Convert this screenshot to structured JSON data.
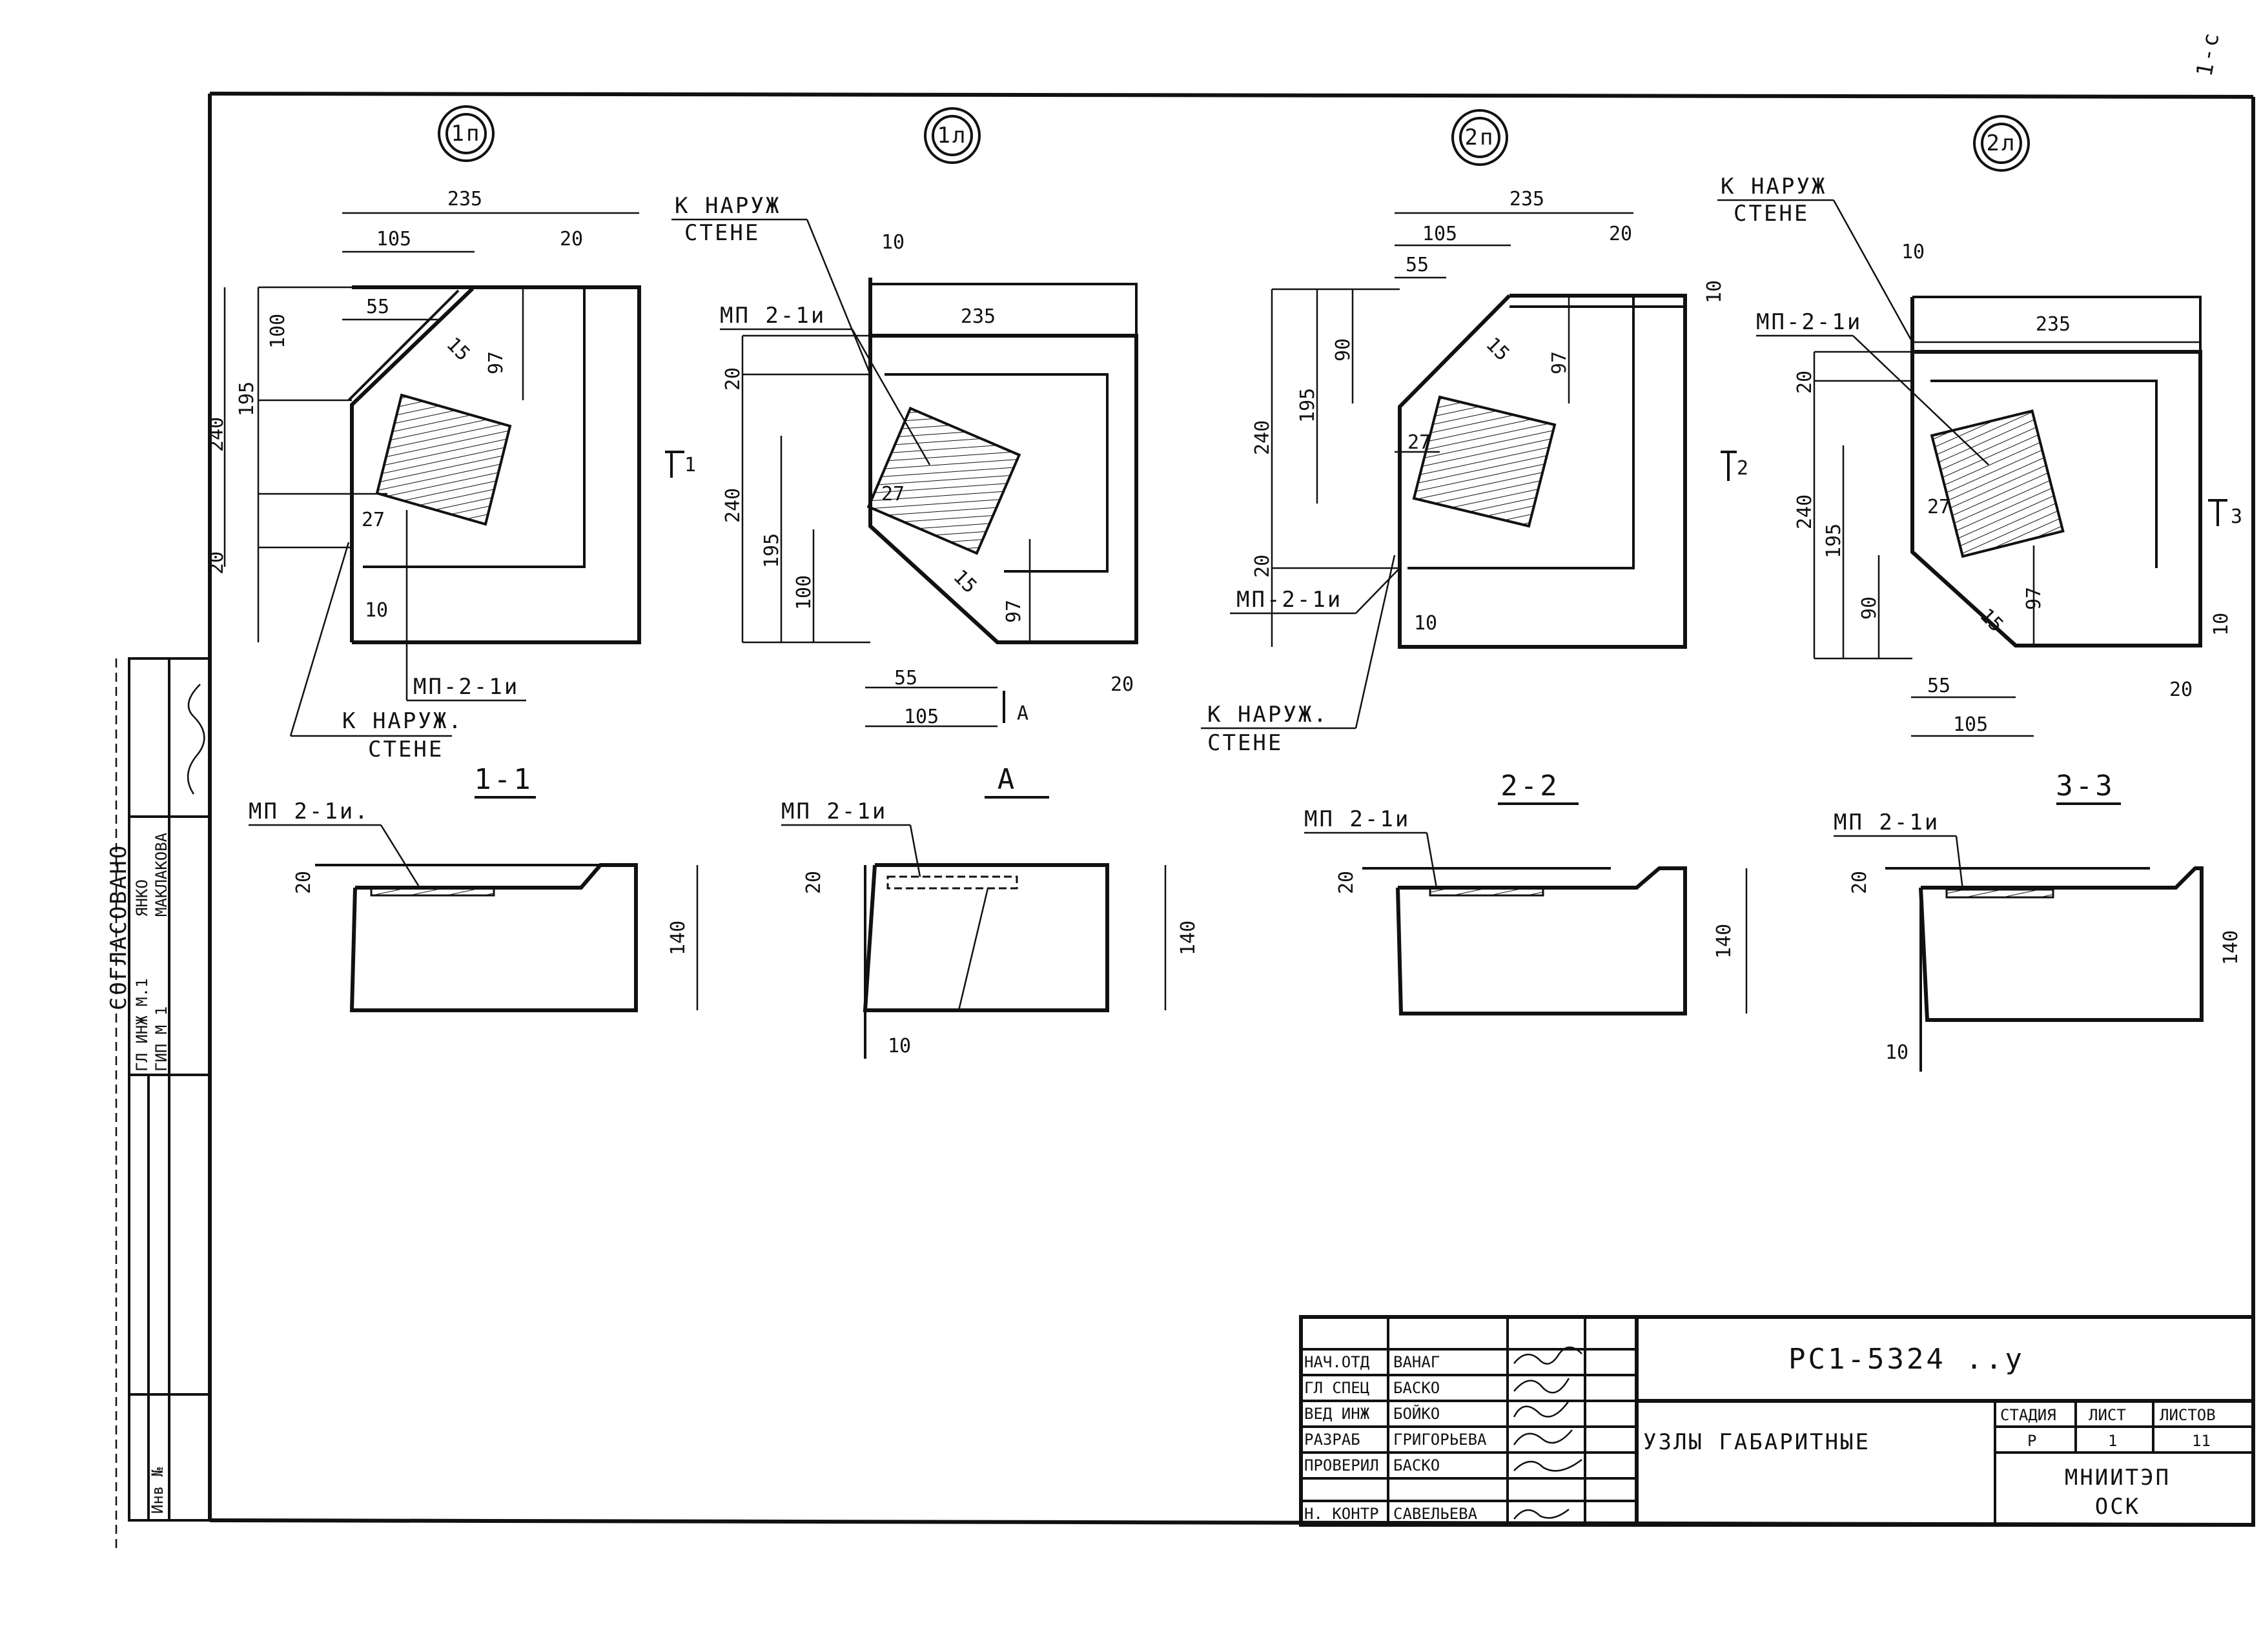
{
  "sheet": {
    "margin_note": "1-с",
    "approval": {
      "title": "СОГЛАСОВАНО",
      "rows": [
        {
          "role": "ГЛ ИНЖ М.1",
          "name": "ЯНКО"
        },
        {
          "role": "ГИП М 1",
          "name": "МАКЛАКОВА"
        }
      ],
      "inv_label": "Инв №"
    }
  },
  "views": [
    {
      "marker": "1п",
      "dims": {
        "top": "235",
        "a": "105",
        "b": "20",
        "c": "55",
        "d": "100",
        "e": "195",
        "f": "240",
        "g": "97",
        "h": "15",
        "i": "20",
        "j": "27",
        "k": "10"
      },
      "cut_label": "1",
      "part_label": "МП-2-1и",
      "note": [
        "К НАРУЖ.",
        "СТЕНЕ"
      ]
    },
    {
      "marker": "1л",
      "dims": {
        "top": "235",
        "a": "10",
        "b": "20",
        "c": "240",
        "d": "195",
        "e": "100",
        "f": "27",
        "g": "15",
        "h": "97",
        "i": "55",
        "j": "105",
        "k": "20"
      },
      "cut_label": "А",
      "part_label": "МП 2-1и",
      "note": [
        "К НАРУЖ",
        "СТЕНЕ"
      ]
    },
    {
      "marker": "2п",
      "dims": {
        "top": "235",
        "a": "105",
        "b": "20",
        "c": "55",
        "d": "90",
        "e": "195",
        "f": "240",
        "g": "97",
        "h": "15",
        "i": "20",
        "j": "27",
        "k": "10",
        "l": "10"
      },
      "cut_label": "2",
      "part_label": "МП-2-1и",
      "note": [
        "К НАРУЖ.",
        "СТЕНЕ"
      ]
    },
    {
      "marker": "2л",
      "dims": {
        "top": "235",
        "a": "10",
        "b": "20",
        "c": "240",
        "d": "195",
        "e": "90",
        "f": "27",
        "g": "15",
        "h": "97",
        "i": "55",
        "j": "105",
        "k": "20",
        "l": "10"
      },
      "cut_label": "3",
      "part_label": "МП-2-1и",
      "note": [
        "К НАРУЖ",
        "СТЕНЕ"
      ]
    }
  ],
  "sections": [
    {
      "title": "1-1",
      "part_label": "МП 2-1и.",
      "dim_top": "20",
      "dim_height": "140"
    },
    {
      "title": "А",
      "part_label": "МП 2-1и",
      "dim_top": "20",
      "dim_height": "140",
      "dim_bottom": "10"
    },
    {
      "title": "2-2",
      "part_label": "МП 2-1и",
      "dim_top": "20",
      "dim_height": "140"
    },
    {
      "title": "3-3",
      "part_label": "МП 2-1и",
      "dim_top": "20",
      "dim_height": "140",
      "dim_bottom": "10"
    }
  ],
  "title_block": {
    "roles": [
      {
        "role": "НАЧ.ОТД",
        "name": "ВАНАГ"
      },
      {
        "role": "ГЛ СПЕЦ",
        "name": "БАСКО"
      },
      {
        "role": "ВЕД ИНЖ",
        "name": "БОЙКО"
      },
      {
        "role": "РАЗРАБ",
        "name": "ГРИГОРЬЕВА"
      },
      {
        "role": "ПРОВЕРИЛ",
        "name": "БАСКО"
      },
      {
        "role": "",
        "name": ""
      },
      {
        "role": "Н. КОНТР",
        "name": "САВЕЛЬЕВА"
      }
    ],
    "doc_code": "РС1-5324 ..у",
    "title": "УЗЛЫ ГАБАРИТНЫЕ",
    "headers": {
      "stage": "СТАДИЯ",
      "sheet": "ЛИСТ",
      "sheets": "ЛИСТОВ"
    },
    "stage": "Р",
    "sheet": "1",
    "sheets": "11",
    "org": [
      "МНИИТЭП",
      "ОСК"
    ]
  }
}
